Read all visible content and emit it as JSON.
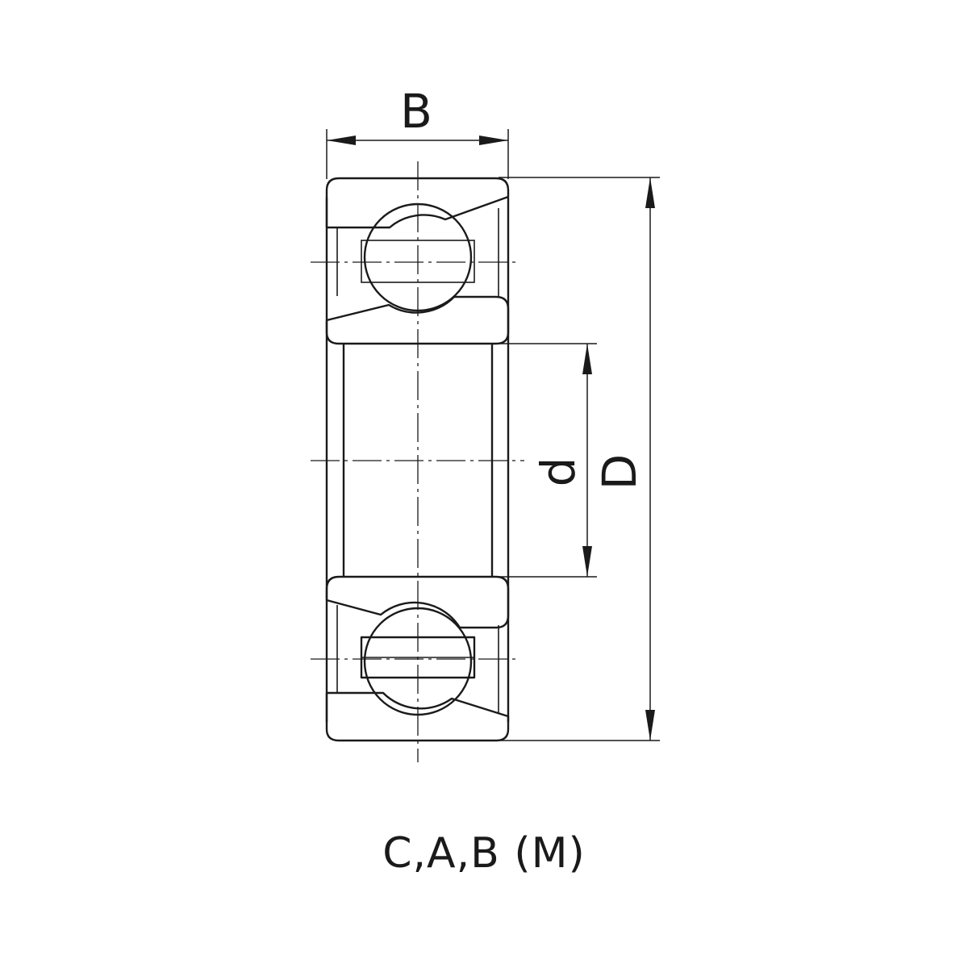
{
  "dimensions": {
    "width_label": "B",
    "bore_label": "d",
    "outer_label": "D"
  },
  "caption": "C,A,B (M)"
}
